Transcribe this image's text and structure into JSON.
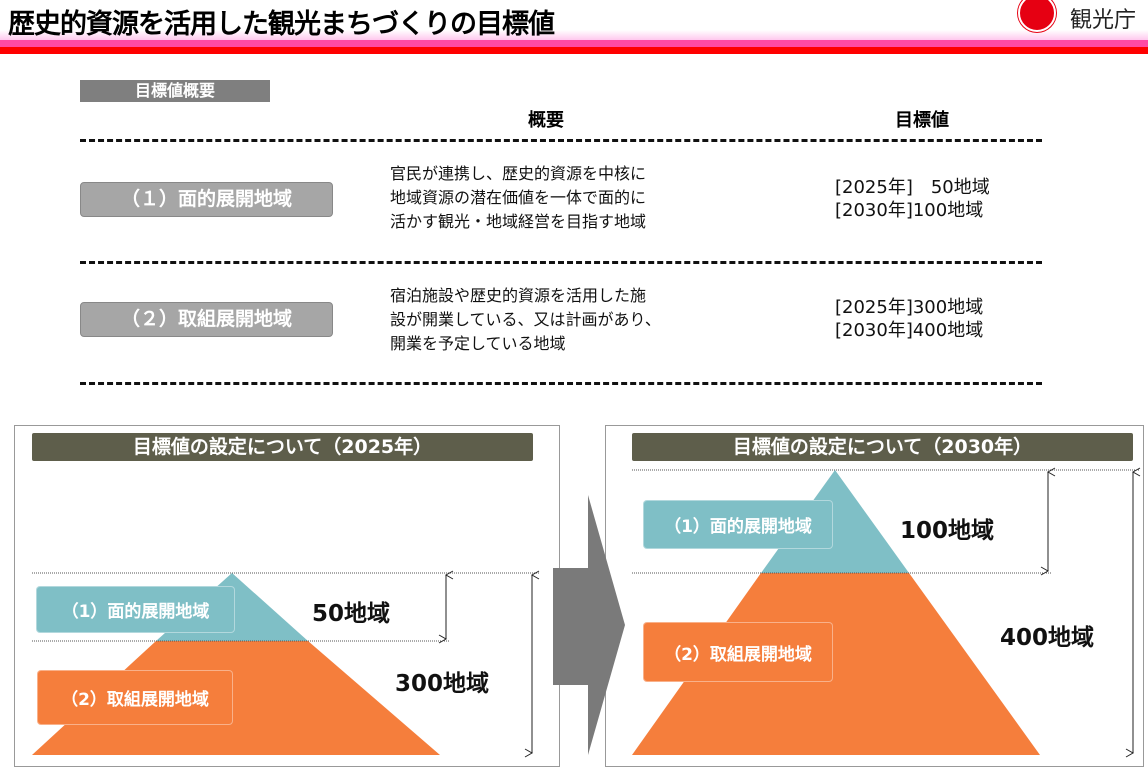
{
  "header": {
    "title": "歴史的資源を活用した観光まちづくりの目標値",
    "logo_text": "観光庁"
  },
  "summary": {
    "section_label": "目標値概要",
    "col_overview": "概要",
    "col_target": "目標値",
    "rows": [
      {
        "name": "（１）面的展開地域",
        "desc": [
          "官民が連携し、歴史的資源を中核に",
          "地域資源の潜在価値を一体で面的に",
          "活かす観光・地域経営を目指す地域"
        ],
        "targets": [
          "[2025年]　50地域",
          "[2030年]100地域"
        ]
      },
      {
        "name": "（２）取組展開地域",
        "desc": [
          "宿泊施設や歴史的資源を活用した施",
          "設が開業している、又は計画があり、",
          "開業を予定している地域"
        ],
        "targets": [
          "[2025年]300地域",
          "[2030年]400地域"
        ]
      }
    ]
  },
  "panels": [
    {
      "title": "目標値の設定について（2025年）",
      "area1_label": "（1）面的展開地域",
      "area2_label": "（2）取組展開地域",
      "area1_value": "50地域",
      "area2_value": "300地域"
    },
    {
      "title": "目標値の設定について（2030年）",
      "area1_label": "（1）面的展開地域",
      "area2_label": "（2）取組展開地域",
      "area1_value": "100地域",
      "area2_value": "400地域"
    }
  ],
  "colors": {
    "teal": "#7fbfc6",
    "orange": "#f57e3c",
    "red": "#e60012",
    "pink": "#ff3399"
  }
}
